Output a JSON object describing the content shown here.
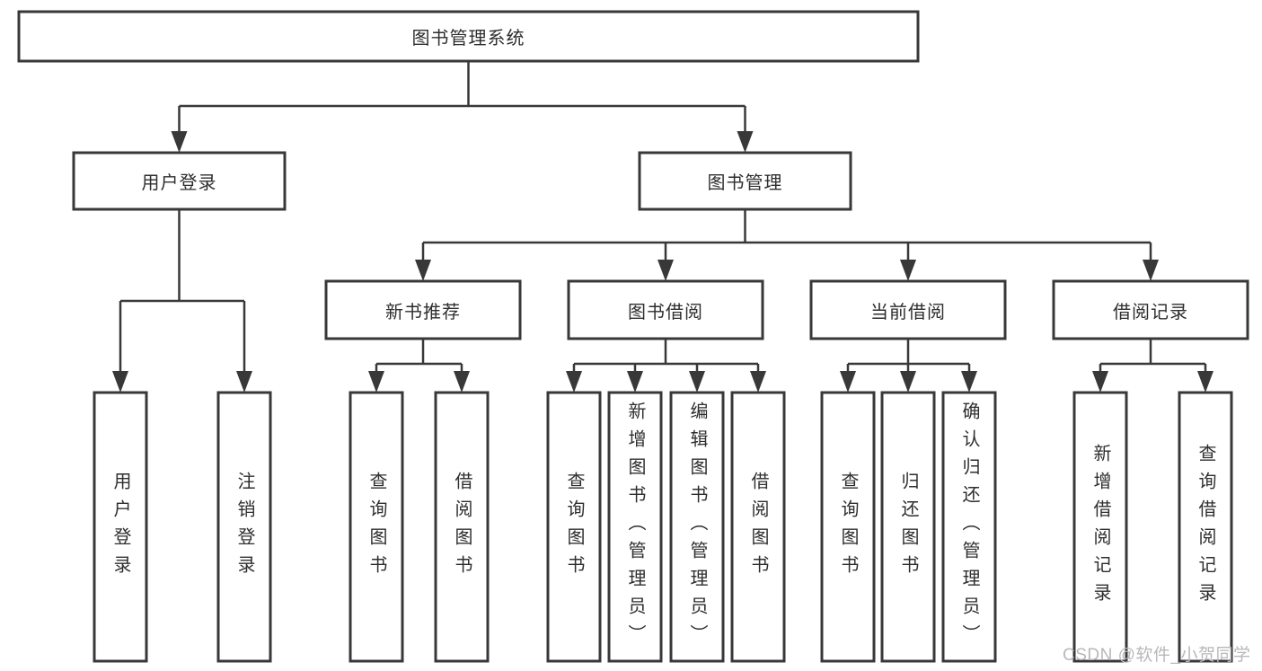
{
  "colors": {
    "line": "#383838",
    "text": "#2e2e2e",
    "box_fill": "#ffffff",
    "watermark": "#b8b8b8",
    "background": "#ffffff"
  },
  "tree": {
    "root": {
      "label": "图书管理系统",
      "children": [
        {
          "label": "用户登录",
          "children": [
            {
              "label": "用户登录"
            },
            {
              "label": "注销登录"
            }
          ]
        },
        {
          "label": "图书管理",
          "children": [
            {
              "label": "新书推荐",
              "children": [
                {
                  "label": "查询图书"
                },
                {
                  "label": "借阅图书"
                }
              ]
            },
            {
              "label": "图书借阅",
              "children": [
                {
                  "label": "查询图书"
                },
                {
                  "label": "新增图书（管理员）"
                },
                {
                  "label": "编辑图书（管理员）"
                },
                {
                  "label": "借阅图书"
                }
              ]
            },
            {
              "label": "当前借阅",
              "children": [
                {
                  "label": "查询图书"
                },
                {
                  "label": "归还图书"
                },
                {
                  "label": "确认归还（管理员）"
                }
              ]
            },
            {
              "label": "借阅记录",
              "children": [
                {
                  "label": "新增借阅记录"
                },
                {
                  "label": "查询借阅记录"
                }
              ]
            }
          ]
        }
      ]
    }
  },
  "watermark": {
    "text": "CSDN @软件_小贺同学"
  }
}
